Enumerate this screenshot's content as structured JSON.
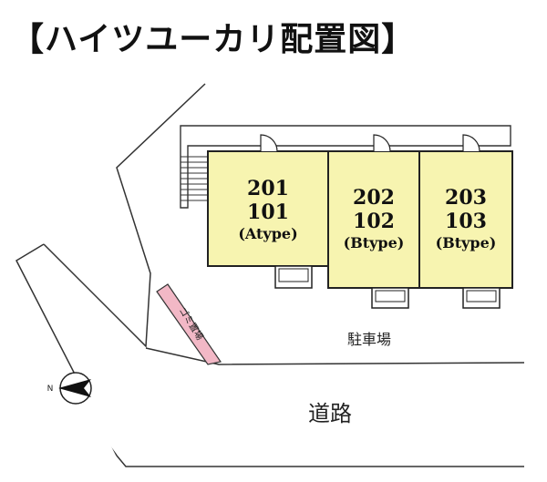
{
  "title": "【ハイツユーカリ配置図】",
  "units": [
    {
      "upper": "201",
      "lower": "101",
      "type": "(Atype)"
    },
    {
      "upper": "202",
      "lower": "102",
      "type": "(Btype)"
    },
    {
      "upper": "203",
      "lower": "103",
      "type": "(Btype)"
    }
  ],
  "labels": {
    "parking": "駐車場",
    "road": "道路",
    "garbage": "ゴミ置場",
    "north": "N"
  },
  "colors": {
    "unit_fill": "#f7f4b0",
    "garbage_fill": "#f2b8c6",
    "road_fill": "#ffffff",
    "stroke": "#222222"
  }
}
